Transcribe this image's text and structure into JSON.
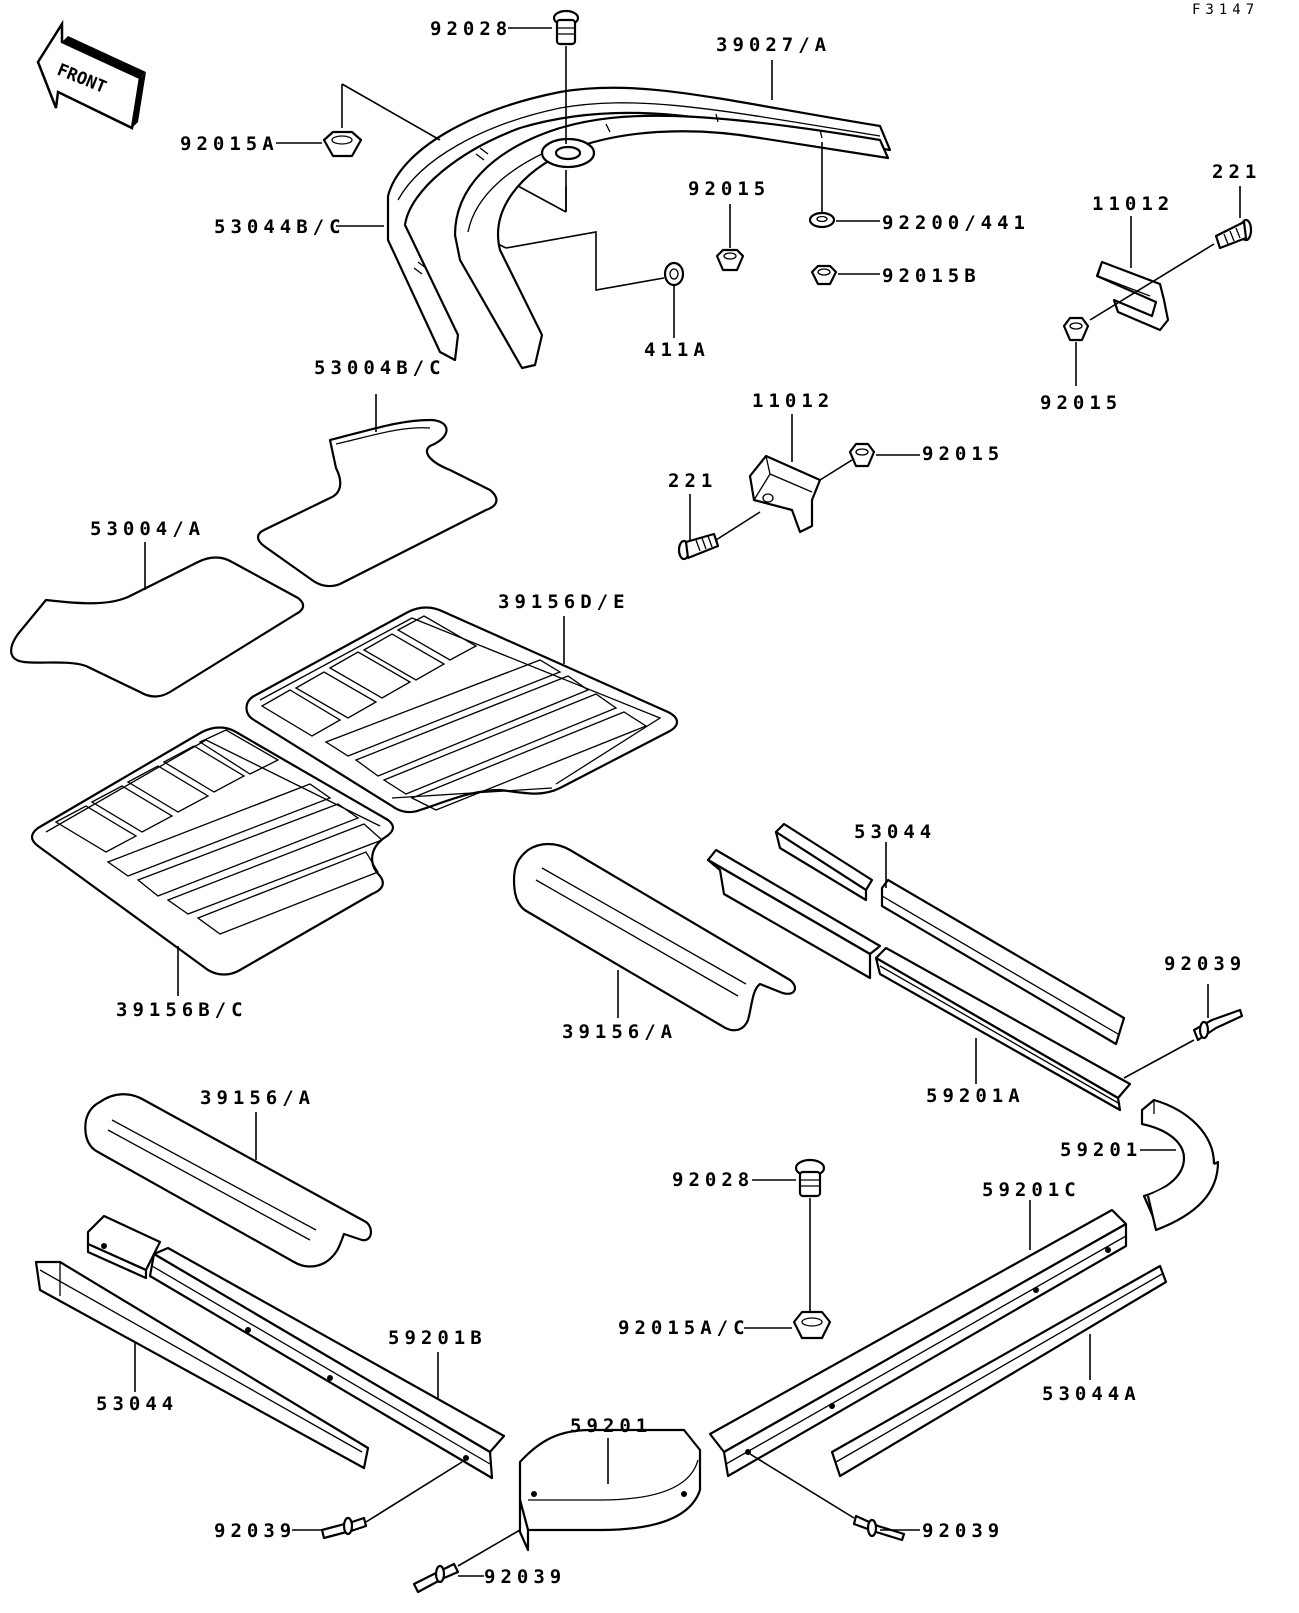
{
  "figure_code": "F3147",
  "front_label": "FRONT",
  "labels": [
    {
      "id": "l-92028-top",
      "text": "92028"
    },
    {
      "id": "l-39027",
      "text": "39027/A"
    },
    {
      "id": "l-92015A",
      "text": "92015A"
    },
    {
      "id": "l-53044BC",
      "text": "53044B/C"
    },
    {
      "id": "l-92015-mid",
      "text": "92015"
    },
    {
      "id": "l-92200",
      "text": "92200/441"
    },
    {
      "id": "l-92015B",
      "text": "92015B"
    },
    {
      "id": "l-411A",
      "text": "411A"
    },
    {
      "id": "l-221-top",
      "text": "221"
    },
    {
      "id": "l-11012-top",
      "text": "11012"
    },
    {
      "id": "l-92015-right",
      "text": "92015"
    },
    {
      "id": "l-53004BC",
      "text": "53004B/C"
    },
    {
      "id": "l-11012-mid",
      "text": "11012"
    },
    {
      "id": "l-92015-mid2",
      "text": "92015"
    },
    {
      "id": "l-221-mid",
      "text": "221"
    },
    {
      "id": "l-53004A",
      "text": "53004/A"
    },
    {
      "id": "l-39156DE",
      "text": "39156D/E"
    },
    {
      "id": "l-53044-right",
      "text": "53044"
    },
    {
      "id": "l-39156BC",
      "text": "39156B/C"
    },
    {
      "id": "l-92039-right",
      "text": "92039"
    },
    {
      "id": "l-39156A-mid",
      "text": "39156/A"
    },
    {
      "id": "l-59201A",
      "text": "59201A"
    },
    {
      "id": "l-39156A-left",
      "text": "39156/A"
    },
    {
      "id": "l-59201-right",
      "text": "59201"
    },
    {
      "id": "l-92028-bot",
      "text": "92028"
    },
    {
      "id": "l-59201C",
      "text": "59201C"
    },
    {
      "id": "l-59201B",
      "text": "59201B"
    },
    {
      "id": "l-92015AC",
      "text": "92015A/C"
    },
    {
      "id": "l-53044A",
      "text": "53044A"
    },
    {
      "id": "l-53044-left",
      "text": "53044"
    },
    {
      "id": "l-59201-bot",
      "text": "59201"
    },
    {
      "id": "l-92039-bl",
      "text": "92039"
    },
    {
      "id": "l-92039-br",
      "text": "92039"
    },
    {
      "id": "l-92039-bc",
      "text": "92039"
    }
  ]
}
